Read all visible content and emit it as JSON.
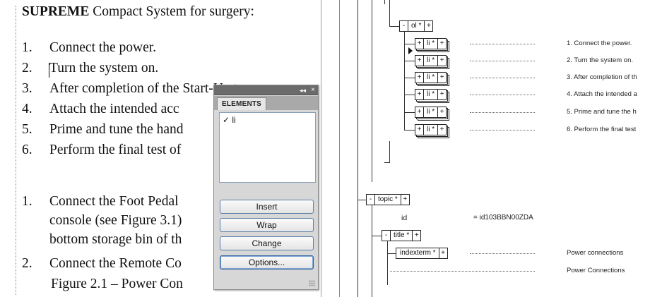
{
  "document": {
    "title_bold": "SUPREME",
    "title_rest": " Compact System for surgery:",
    "list1": [
      {
        "num": "1.",
        "text": "Connect the power."
      },
      {
        "num": "2.",
        "text": "Turn the system on."
      },
      {
        "num": "3.",
        "text": "After completion of the Start-Up te"
      },
      {
        "num": "4.",
        "text": "Attach the intended acc"
      },
      {
        "num": "5.",
        "text": "Prime and tune the hand"
      },
      {
        "num": "6.",
        "text": "Perform the final test of"
      }
    ],
    "list2": [
      {
        "num": "1.",
        "lines": [
          "Connect the Foot Pedal",
          "console (see Figure 3.1)",
          "bottom storage bin of th"
        ]
      },
      {
        "num": "2.",
        "lines": [
          "Connect the Remote Co",
          "Figure 2.1 – Power Con"
        ]
      }
    ]
  },
  "structure": {
    "ol_label": "ol *",
    "li_label": "li *",
    "topic_label": "topic *",
    "title_label": "title *",
    "indexterm_label": "indexterm *",
    "id_attr": "id",
    "id_value": "= id103BBN00ZDA",
    "li_texts": [
      "1. Connect the power.",
      "2. Turn the system on.",
      "3. After completion of th",
      "4. Attach the intended a",
      "5. Prime and tune the h",
      "6. Perform the final test"
    ],
    "indexterm_text": "Power connections",
    "title_text": "Power Connections"
  },
  "elements_panel": {
    "collapse_glyph": "◂◂",
    "close_glyph": "×",
    "tab_label": "ELEMENTS",
    "list_items": [
      "✓ li"
    ],
    "buttons": {
      "insert": "Insert",
      "wrap": "Wrap",
      "change": "Change",
      "options": "Options..."
    }
  }
}
